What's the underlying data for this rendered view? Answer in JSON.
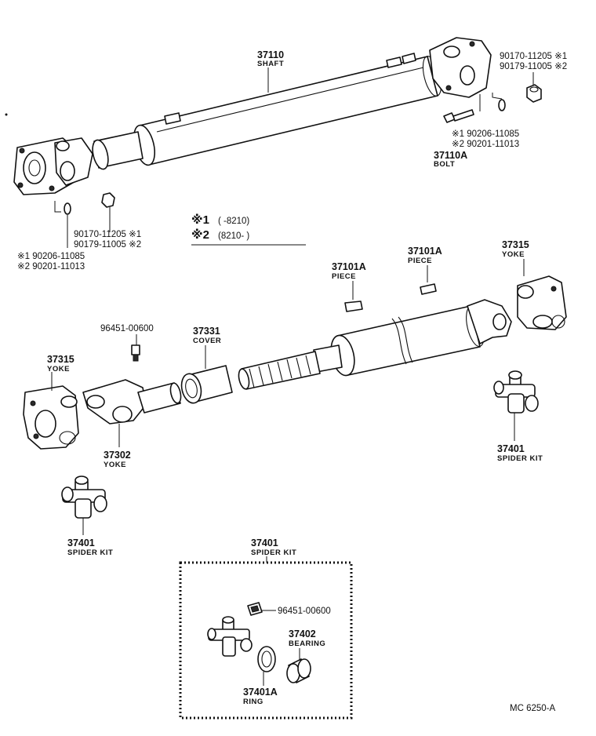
{
  "labels": {
    "shaft_no": "37110",
    "shaft_name": "SHAFT",
    "nut_top_1": "90170-11205 ※1",
    "nut_top_2": "90179-11005 ※2",
    "bolt_top_1": "※1 90206-11085",
    "bolt_top_2": "※2 90201-11013",
    "bolt_no": "37110A",
    "bolt_name": "BOLT",
    "nut_left_1": "90170-11205 ※1",
    "nut_left_2": "90179-11005 ※2",
    "bolt_left_1": "※1 90206-11085",
    "bolt_left_2": "※2 90201-11013",
    "legend_1_mark": "※1",
    "legend_1_range": "(       -8210)",
    "legend_2_mark": "※2",
    "legend_2_range": "(8210-         )",
    "piece_a_no": "37101A",
    "piece_a_name": "PIECE",
    "piece_b_no": "37101A",
    "piece_b_name": "PIECE",
    "yoke_right_no": "37315",
    "yoke_right_name": "YOKE",
    "grease_fitting": "96451-00600",
    "cover_no": "37331",
    "cover_name": "COVER",
    "yoke_left_no": "37315",
    "yoke_left_name": "YOKE",
    "yoke_slip_no": "37302",
    "yoke_slip_name": "YOKE",
    "spider_right_no": "37401",
    "spider_right_name": "SPIDER KIT",
    "spider_left_no": "37401",
    "spider_left_name": "SPIDER KIT",
    "kit_no": "37401",
    "kit_name": "SPIDER KIT",
    "kit_fitting": "96451-00600",
    "bearing_no": "37402",
    "bearing_name": "BEARING",
    "ring_no": "37401A",
    "ring_name": "RING",
    "diagram_code": "MC 6250-A"
  }
}
